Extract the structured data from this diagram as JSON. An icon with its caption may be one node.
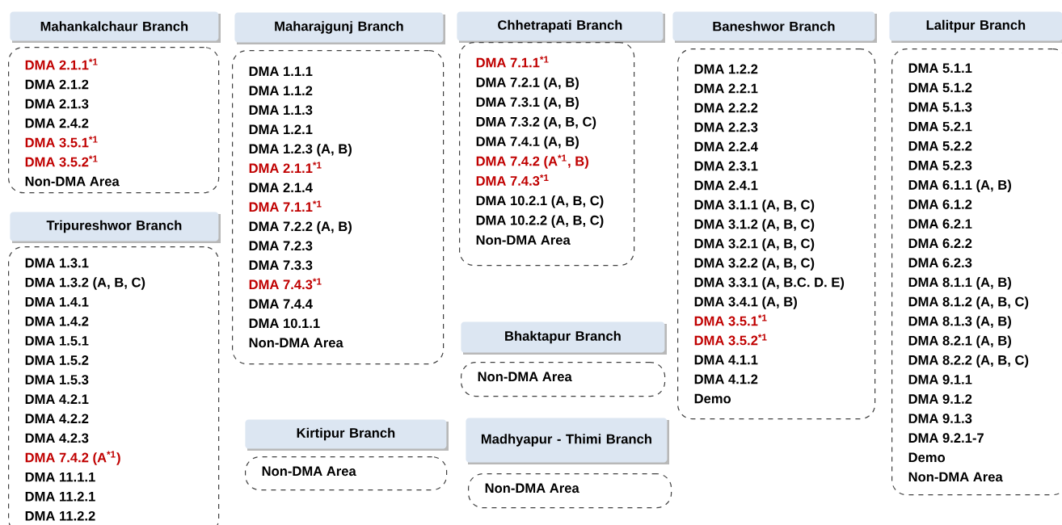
{
  "diagram": {
    "nodes": [
      {
        "text": [
          "Mahankalchaur Branch"
        ]
      },
      {
        "text": [
          "DMA 2.1.1$^{*1}$",
          "DMA 2.1.2",
          "DMA 2.1.3",
          "DMA 2.4.2",
          "DMA 3.5.1$^{*1}$",
          "DMA 3.5.2$^{*1}$",
          "Non-DMA Area"
        ]
      },
      {
        "text": [
          "Tripureshwor Branch"
        ]
      },
      {
        "text": [
          "DMA 1.3.1",
          "DMA 1.3.2 (A, B, C)",
          "DMA 1.4.1",
          "DMA 1.4.2",
          "DMA 1.5.1",
          "DMA 1.5.2",
          "DMA 1.5.3",
          "DMA 4.2.1",
          "DMA 4.2.2",
          "DMA 4.2.3",
          "DMA 7.4.2 (A$^{*1}$)",
          "DMA 11.1.1",
          "DMA 11.2.1",
          "DMA 11.2.2"
        ]
      },
      {
        "text": [
          "Maharajgunj Branch"
        ]
      },
      {
        "text": [
          "DMA 1.1.1",
          "DMA 1.1.2",
          "DMA 1.1.3",
          "DMA 1.2.1",
          "DMA 1.2.3 (A, B)",
          "DMA 2.1.1$^{*1}$",
          "DMA 2.1.4",
          "DMA 7.1.1$^{*1}$",
          "DMA 7.2.2 (A, B)",
          "DMA 7.2.3",
          "DMA 7.3.3",
          "DMA 7.4.3$^{*1}$",
          "DMA 7.4.4",
          "DMA 10.1.1",
          "Non-DMA Area"
        ]
      },
      {
        "text": [
          "Kirtipur Branch"
        ]
      },
      {
        "text": [
          "Non-DMA Area"
        ]
      },
      {
        "text": [
          "Chhetrapati Branch"
        ]
      },
      {
        "text": [
          "DMA 7.1.1$^{*1}$",
          "DMA 7.2.1 (A, B)",
          "DMA 7.3.1 (A, B)",
          "DMA 7.3.2 (A, B, C)",
          "DMA 7.4.1 (A, B)",
          "DMA 7.4.2 (A$^{*1}$, B)",
          "DMA 7.4.3$^{*1}$",
          "DMA 10.2.1 (A, B, C)",
          "DMA 10.2.2 (A, B, C)",
          "Non-DMA Area"
        ]
      },
      {
        "text": [
          "Bhaktapur Branch"
        ]
      },
      {
        "text": [
          "Non-DMA Area"
        ]
      },
      {
        "text": [
          "Madhyapur - Thimi Branch"
        ]
      },
      {
        "text": [
          "Non-DMA Area"
        ]
      },
      {
        "text": [
          "Baneshwor Branch"
        ]
      },
      {
        "text": [
          "DMA 1.2.2",
          "DMA 2.2.1",
          "DMA 2.2.2",
          "DMA 2.2.3",
          "DMA 2.2.4",
          "DMA 2.3.1",
          "DMA 2.4.1",
          "DMA 3.1.1 (A, B, C)",
          "DMA 3.1.2 (A, B, C)",
          "DMA 3.2.1 (A, B, C)",
          "DMA 3.2.2 (A, B, C)",
          "DMA 3.3.1 (A, B.C. D. E)",
          "DMA 3.4.1 (A, B)",
          "DMA 3.5.1$^{*1}$",
          "DMA 3.5.2$^{*1}$",
          "DMA 4.1.1",
          "DMA 4.1.2",
          "Demo"
        ]
      },
      {
        "text": [
          "Lalitpur Branch"
        ]
      },
      {
        "text": [
          "DMA 5.1.1",
          "DMA 5.1.2",
          "DMA 5.1.3",
          "DMA 5.2.1",
          "DMA 5.2.2",
          "DMA 5.2.3",
          "DMA 6.1.1 (A, B)",
          "DMA 6.1.2",
          "DMA 6.2.1",
          "DMA 6.2.2",
          "DMA 6.2.3",
          "DMA 8.1.1 (A, B)",
          "DMA 8.1.2 (A, B, C)",
          "DMA 8.1.3 (A, B)",
          "DMA 8.2.1 (A, B)",
          "DMA 8.2.2 (A, B, C)",
          "DMA 9.1.1",
          "DMA 9.1.2",
          "DMA 9.1.3",
          "DMA 9.2.1-7",
          "Demo",
          "Non-DMA Area"
        ]
      }
    ]
  }
}
